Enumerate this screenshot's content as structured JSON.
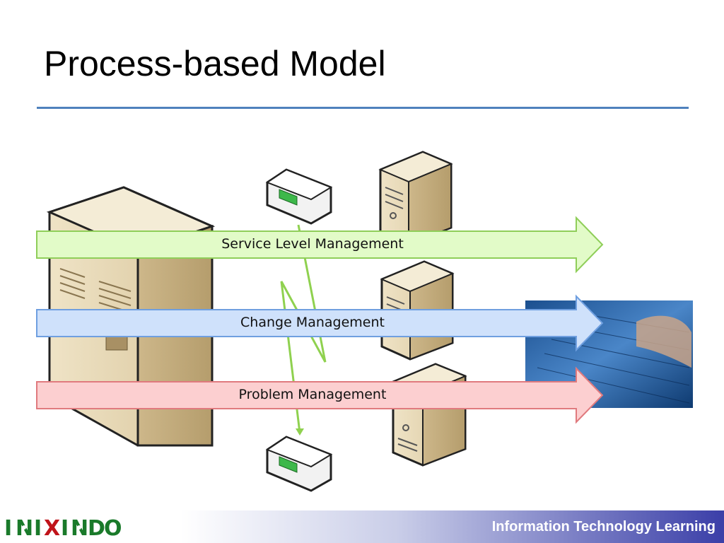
{
  "slide": {
    "title": "Process-based Model"
  },
  "processes": [
    {
      "label": "Service Level Management",
      "fill": "#e2fbc8",
      "stroke": "#8fce59"
    },
    {
      "label": "Change Management",
      "fill": "#cfe1fb",
      "stroke": "#6f9fe0"
    },
    {
      "label": "Problem Management",
      "fill": "#fccfd0",
      "stroke": "#e07a7e"
    }
  ],
  "colors": {
    "accent_rule": "#4f81bd",
    "link_line": "#8fd14f"
  },
  "icons": [
    "mainframe-server-icon",
    "tower-server-icon",
    "network-switch-icon",
    "keyboard-photo"
  ],
  "footer": {
    "brand_text": "Information Technology Learning",
    "logo_text": "INIXINDO"
  }
}
